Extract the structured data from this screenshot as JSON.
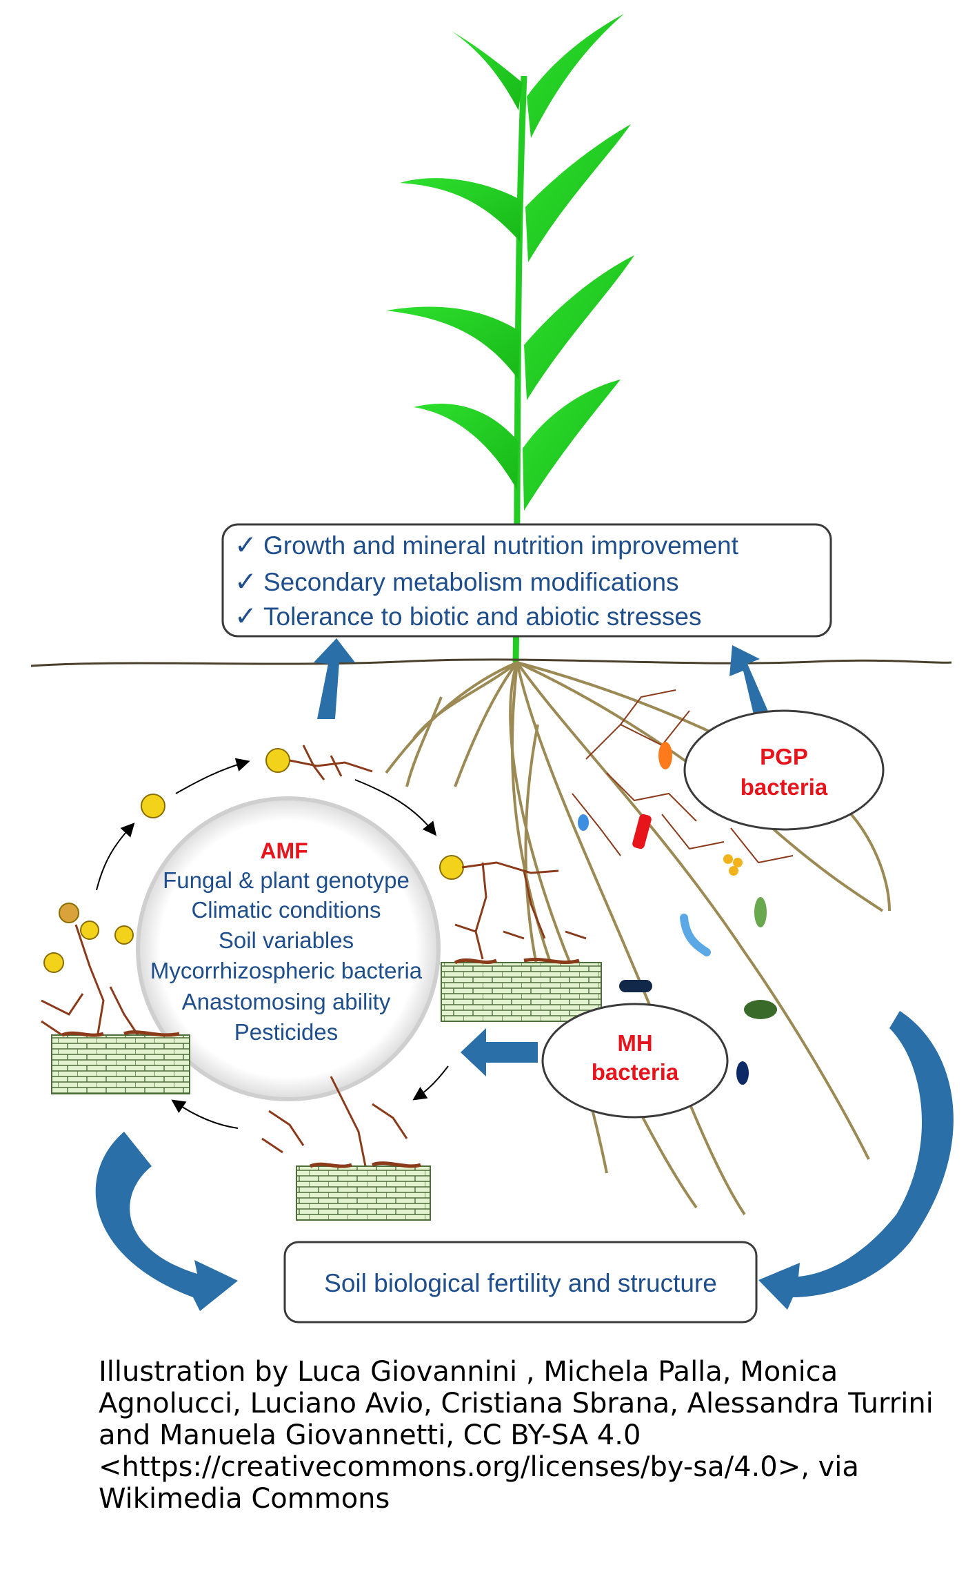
{
  "benefits": {
    "items": [
      "Growth and mineral nutrition improvement",
      "Secondary metabolism modifications",
      "Tolerance to biotic and abiotic stresses"
    ],
    "check_glyph": "✓"
  },
  "amf": {
    "title": "AMF",
    "factors": [
      "Fungal & plant genotype",
      "Climatic conditions",
      "Soil variables",
      "Mycorrhizospheric  bacteria",
      "Anastomosing ability",
      "Pesticides"
    ]
  },
  "pgp": {
    "line1": "PGP",
    "line2": "bacteria"
  },
  "mh": {
    "line1": "MH",
    "line2": "bacteria"
  },
  "soil_box": {
    "label": "Soil biological fertility and structure"
  },
  "credit": {
    "lines": [
      "Illustration by Luca Giovannini , Michela Palla, Monica",
      "Agnolucci, Luciano Avio, Cristiana Sbrana, Alessandra Turrini",
      "and Manuela Giovannetti, CC BY-SA 4.0",
      "<https://creativecommons.org/licenses/by-sa/4.0>, via",
      "Wikimedia Commons"
    ]
  },
  "colors": {
    "plant_green": "#22cc22",
    "root_brown": "#9c8a55",
    "hyphae_brown": "#8b3a1a",
    "blue_text": "#1f4e8c",
    "red_text": "#e8141c",
    "arrow_blue": "#2a6fa8",
    "spore_yellow": "#f2d21b",
    "cell_green": "#e4f3cf"
  }
}
